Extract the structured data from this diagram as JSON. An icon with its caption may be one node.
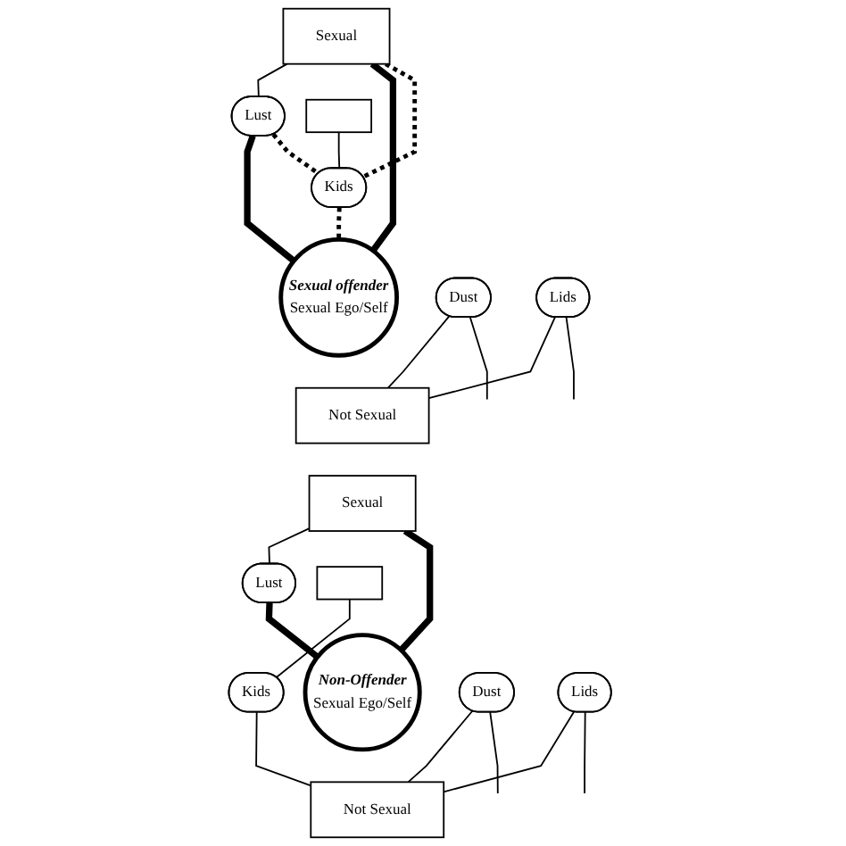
{
  "diagram": {
    "nodes": [
      {
        "text": [
          "Sexual"
        ]
      },
      {
        "text": [
          "Lust"
        ]
      },
      {
        "text": [
          "Kids"
        ]
      },
      {
        "text": [
          "Sexual offender",
          "Sexual Ego/Self"
        ]
      },
      {
        "text": [
          "Dust"
        ]
      },
      {
        "text": [
          "Lids"
        ]
      },
      {
        "text": [
          "Not Sexual"
        ]
      },
      {
        "text": [],
        "shape": "box"
      },
      {
        "text": [
          "Sexual"
        ]
      },
      {
        "text": [
          "Lust"
        ]
      },
      {
        "text": [
          "Kids"
        ]
      },
      {
        "text": [
          "Non-Offender",
          "Sexual Ego/Self"
        ]
      },
      {
        "text": [
          "Dust"
        ]
      },
      {
        "text": [
          "Lids"
        ]
      },
      {
        "text": [
          "Not Sexual"
        ]
      },
      {
        "text": [],
        "shape": "box"
      }
    ],
    "edges": [
      {
        "from": 0,
        "to": 1,
        "arrow": "none"
      },
      {
        "from": 0,
        "to": 3,
        "arrow": "none",
        "style": "thick"
      },
      {
        "from": 0,
        "to": 2,
        "arrow": "none",
        "style": "dashed"
      },
      {
        "from": 1,
        "to": 3,
        "arrow": "none",
        "style": "thick"
      },
      {
        "from": 1,
        "to": 2,
        "arrow": "none",
        "style": "dashed"
      },
      {
        "from": 2,
        "to": 3,
        "arrow": "none",
        "style": "dashed"
      },
      {
        "from": 7,
        "to": 2,
        "arrow": "none"
      },
      {
        "from": 4,
        "to": 6,
        "arrow": "none"
      },
      {
        "from": 5,
        "to": 6,
        "arrow": "none"
      },
      {
        "from": 4,
        "to": null,
        "arrow": "none"
      },
      {
        "from": 5,
        "to": null,
        "arrow": "none"
      },
      {
        "from": 8,
        "to": 9,
        "arrow": "none"
      },
      {
        "from": 8,
        "to": 11,
        "arrow": "none",
        "style": "thick"
      },
      {
        "from": 9,
        "to": 11,
        "arrow": "none",
        "style": "thick"
      },
      {
        "from": 15,
        "to": 10,
        "arrow": "none"
      },
      {
        "from": 10,
        "to": 14,
        "arrow": "none"
      },
      {
        "from": 12,
        "to": 14,
        "arrow": "none"
      },
      {
        "from": 13,
        "to": 14,
        "arrow": "none"
      },
      {
        "from": 12,
        "to": null,
        "arrow": "none"
      },
      {
        "from": 13,
        "to": null,
        "arrow": "none"
      }
    ]
  }
}
